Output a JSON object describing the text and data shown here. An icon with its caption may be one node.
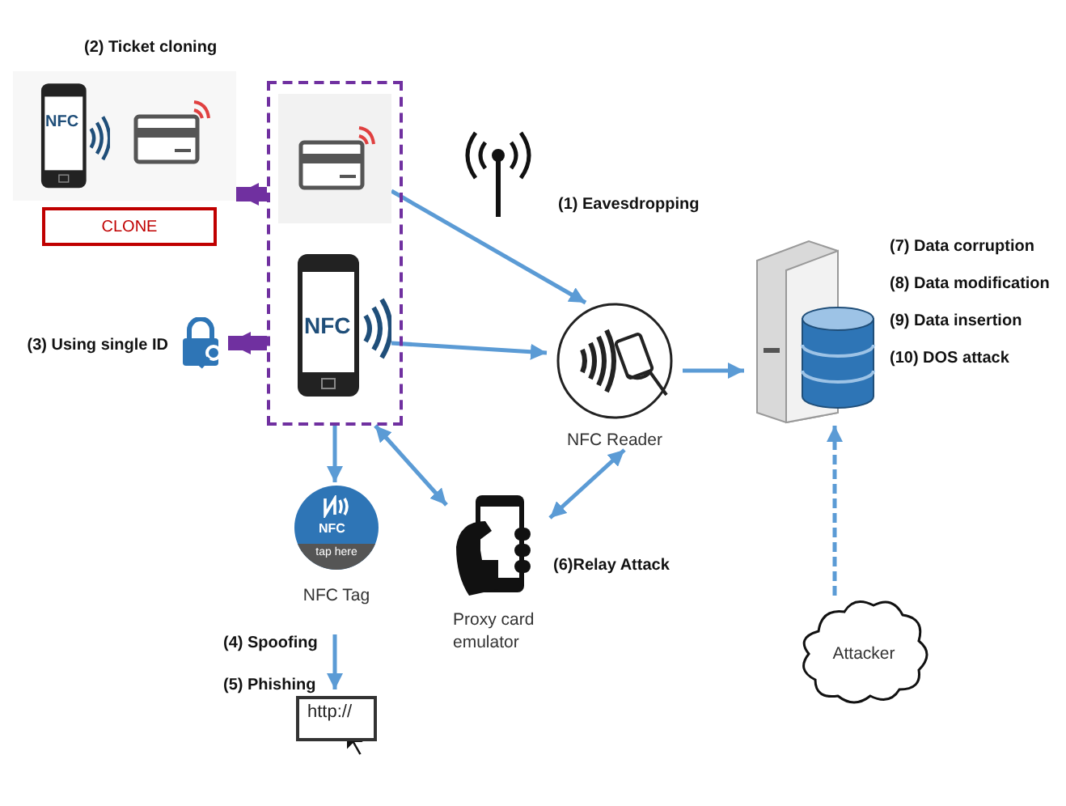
{
  "diagram": {
    "nodes": [
      {
        "text": [],
        "shape": "box"
      },
      {
        "text": [],
        "shape": "picture",
        "in": 0
      },
      {
        "text": [
          "NFC"
        ],
        "in": 0
      },
      {
        "text": [
          "(2) Ticket cloning",
          "NFC",
          "CLONE"
        ]
      },
      {
        "text": [],
        "shape": "picture",
        "beside": [
          "(3) Using single ID"
        ]
      },
      {
        "text": [
          "NFC Reader"
        ]
      },
      {
        "text": [],
        "shape": "picture",
        "beside": [
          "(7) Data corruption",
          "(8) Data modification",
          "(9) Data insertion",
          "(10) DOS attack"
        ]
      },
      {
        "text": [
          "NFC",
          "tap here",
          "NFC Tag"
        ]
      },
      {
        "text": [
          "Proxy card emulator"
        ],
        "beside": [
          "(6)Relay Attack"
        ]
      },
      {
        "text": [
          "http://"
        ]
      },
      {
        "text": [
          "Attacker"
        ]
      }
    ],
    "edges": [
      {
        "from": 0,
        "to": 3,
        "arrow": "to",
        "style": "thick",
        "color": "#7030a0"
      },
      {
        "from": 0,
        "to": 4,
        "arrow": "to",
        "style": "thick",
        "color": "#7030a0"
      },
      {
        "from": 1,
        "to": 5,
        "arrow": "to"
      },
      {
        "from": 2,
        "to": 5,
        "arrow": "to"
      },
      {
        "from": 5,
        "to": 6,
        "arrow": "to"
      },
      {
        "from": 0,
        "to": 7,
        "arrow": "to"
      },
      {
        "from": 7,
        "to": 9,
        "arrow": "to"
      },
      {
        "from": 0,
        "to": 8,
        "arrow": "both"
      },
      {
        "from": 8,
        "to": 5,
        "arrow": "both"
      },
      {
        "from": 10,
        "to": 6,
        "arrow": "to",
        "style": "dashed"
      }
    ],
    "labels": [
      "(1) Eavesdropping",
      "(4) Spoofing",
      "(5) Phishing"
    ]
  }
}
